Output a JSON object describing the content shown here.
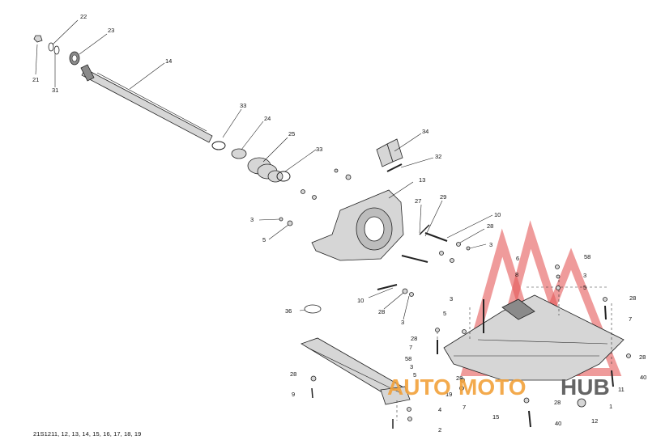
{
  "diagram": {
    "callouts": [
      "22",
      "23",
      "21",
      "31",
      "14",
      "33",
      "24",
      "25",
      "33",
      "34",
      "32",
      "13",
      "3",
      "5",
      "27",
      "29",
      "10",
      "28",
      "3",
      "3",
      "5",
      "10",
      "28",
      "3",
      "36",
      "6",
      "8",
      "58",
      "3",
      "5",
      "28",
      "7",
      "28",
      "7",
      "58",
      "3",
      "5",
      "28",
      "40",
      "28",
      "9",
      "19",
      "4",
      "2",
      "7",
      "28",
      "15",
      "28",
      "40",
      "12",
      "1",
      "11"
    ],
    "caption": "21S1211, 12, 13, 14, 15, 16, 17, 18, 19"
  },
  "watermark": {
    "text_auto": "AUTO",
    "text_moto": "MOTO",
    "text_hub": "HUB",
    "color_red": "#e03a3a",
    "color_orange": "#f2a13a",
    "color_gray": "#555555"
  }
}
